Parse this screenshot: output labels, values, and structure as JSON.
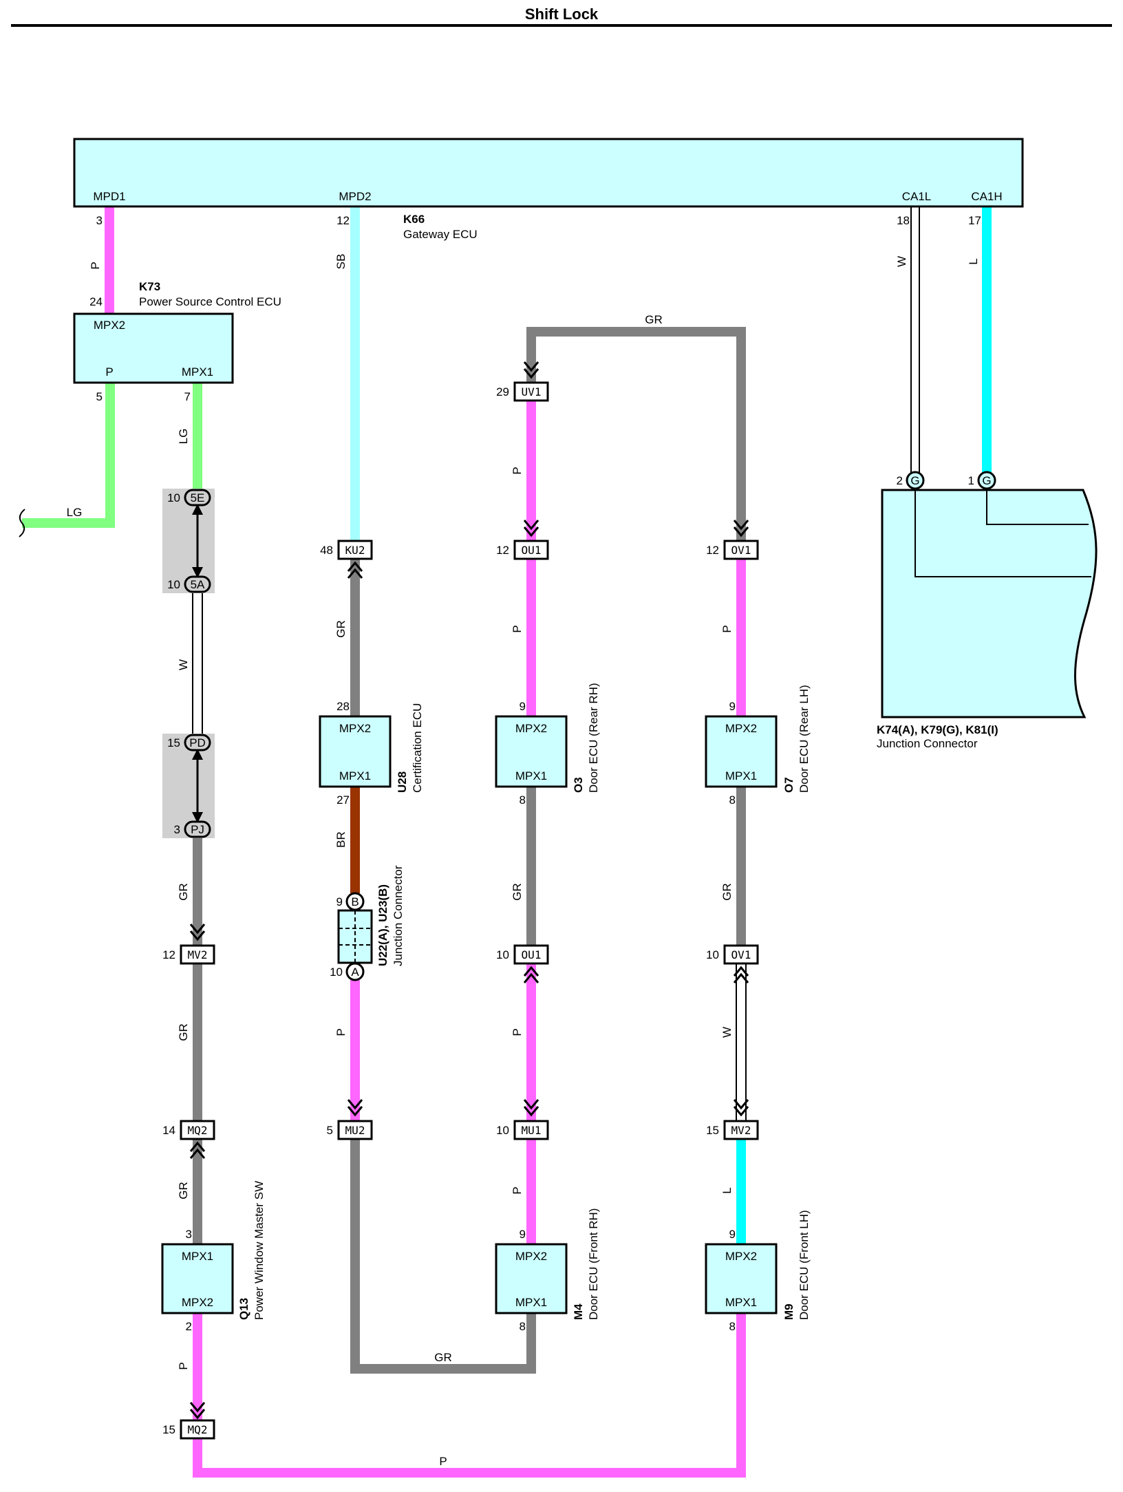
{
  "title": "Shift Lock",
  "colors": {
    "P": "#ff66ff",
    "SB": "#a6ffff",
    "LG": "#80ff80",
    "GR": "#808080",
    "BR": "#993300",
    "L": "#00ffff",
    "W": "#ffffff",
    "ecu_fill": "#ccffff",
    "connector_group": "#d0d0d0"
  },
  "gateway": {
    "code": "K66",
    "name": "Gateway ECU",
    "pins": [
      {
        "label": "MPD1",
        "num": "3",
        "wire": "P"
      },
      {
        "label": "MPD2",
        "num": "12",
        "wire": "SB"
      },
      {
        "label": "CA1L",
        "num": "18",
        "wire": "W"
      },
      {
        "label": "CA1H",
        "num": "17",
        "wire": "L"
      }
    ]
  },
  "power_source_ecu": {
    "code": "K73",
    "name": "Power Source Control ECU",
    "pin_top": {
      "label": "MPX2",
      "num": "24"
    },
    "pin_p": {
      "label": "P",
      "num": "5",
      "wire": "LG"
    },
    "pin_mpx1": {
      "label": "MPX1",
      "num": "7",
      "wire": "LG"
    }
  },
  "junction_connector_k": {
    "code": "K74(A), K79(G), K81(I)",
    "name": "Junction Connector",
    "pins": [
      {
        "num": "2",
        "letter": "G"
      },
      {
        "num": "1",
        "letter": "G"
      }
    ]
  },
  "certification_ecu": {
    "code": "U28",
    "name": "Certification ECU",
    "pin_top": {
      "label": "MPX2",
      "num": "28"
    },
    "pin_bottom": {
      "label": "MPX1",
      "num": "27"
    }
  },
  "junction_connector_u": {
    "code": "U22(A), U23(B)",
    "name": "Junction Connector",
    "pin_b": {
      "num": "9",
      "letter": "B"
    },
    "pin_a": {
      "num": "10",
      "letter": "A"
    }
  },
  "door_rear_rh": {
    "code": "O3",
    "name": "Door ECU (Rear RH)",
    "pin_top": {
      "label": "MPX2",
      "num": "9"
    },
    "pin_bottom": {
      "label": "MPX1",
      "num": "8"
    }
  },
  "door_rear_lh": {
    "code": "O7",
    "name": "Door ECU (Rear LH)",
    "pin_top": {
      "label": "MPX2",
      "num": "9"
    },
    "pin_bottom": {
      "label": "MPX1",
      "num": "8"
    }
  },
  "door_front_rh": {
    "code": "M4",
    "name": "Door ECU (Front RH)",
    "pin_top": {
      "label": "MPX2",
      "num": "9"
    },
    "pin_bottom": {
      "label": "MPX1",
      "num": "8"
    }
  },
  "door_front_lh": {
    "code": "M9",
    "name": "Door ECU (Front LH)",
    "pin_top": {
      "label": "MPX2",
      "num": "9"
    },
    "pin_bottom": {
      "label": "MPX1",
      "num": "8"
    }
  },
  "pw_master": {
    "code": "Q13",
    "name": "Power Window Master SW",
    "pin_top": {
      "label": "MPX1",
      "num": "3"
    },
    "pin_bottom": {
      "label": "MPX2",
      "num": "2"
    }
  },
  "connectors": {
    "5E": {
      "code": "5E",
      "num": "10"
    },
    "5A": {
      "code": "5A",
      "num": "10"
    },
    "PD": {
      "code": "PD",
      "num": "15"
    },
    "PJ": {
      "code": "PJ",
      "num": "3"
    },
    "MV2_a": {
      "code": "MV2",
      "num": "12"
    },
    "MQ2_a": {
      "code": "MQ2",
      "num": "14"
    },
    "MQ2_b": {
      "code": "MQ2",
      "num": "15"
    },
    "KU2": {
      "code": "KU2",
      "num": "48"
    },
    "MU2": {
      "code": "MU2",
      "num": "5"
    },
    "UV1": {
      "code": "UV1",
      "num": "29"
    },
    "OU1_a": {
      "code": "OU1",
      "num": "12"
    },
    "OU1_b": {
      "code": "OU1",
      "num": "10"
    },
    "MU1": {
      "code": "MU1",
      "num": "10"
    },
    "OV1_a": {
      "code": "OV1",
      "num": "12"
    },
    "OV1_b": {
      "code": "OV1",
      "num": "10"
    },
    "MV2_b": {
      "code": "MV2",
      "num": "15"
    }
  },
  "wire_labels": {
    "k73_left_lg": "LG",
    "k73_lg": "LG",
    "w_5a_pd": "W",
    "gr_pj_mv2": "GR",
    "gr_mv2_mq2": "GR",
    "gr_mq2_q13": "GR",
    "p_q13_mq2": "P",
    "sb_gateway": "SB",
    "gr_ku2_u28": "GR",
    "br_u28_u22": "BR",
    "p_u22_mu2": "P",
    "gr_bottom": "GR",
    "gr_top": "GR",
    "p_uv1_ou1": "P",
    "p_ou1_o3": "P",
    "gr_o3_ou1": "GR",
    "p_ou1_mu1": "P",
    "p_mu1_m4": "P",
    "p_ov1_o7": "P",
    "gr_o7_ov1": "GR",
    "w_ov1_mv2": "W",
    "l_mv2_m9": "L",
    "p_bottom": "P",
    "w_gateway": "W",
    "l_gateway": "L",
    "p_gateway": "P"
  }
}
